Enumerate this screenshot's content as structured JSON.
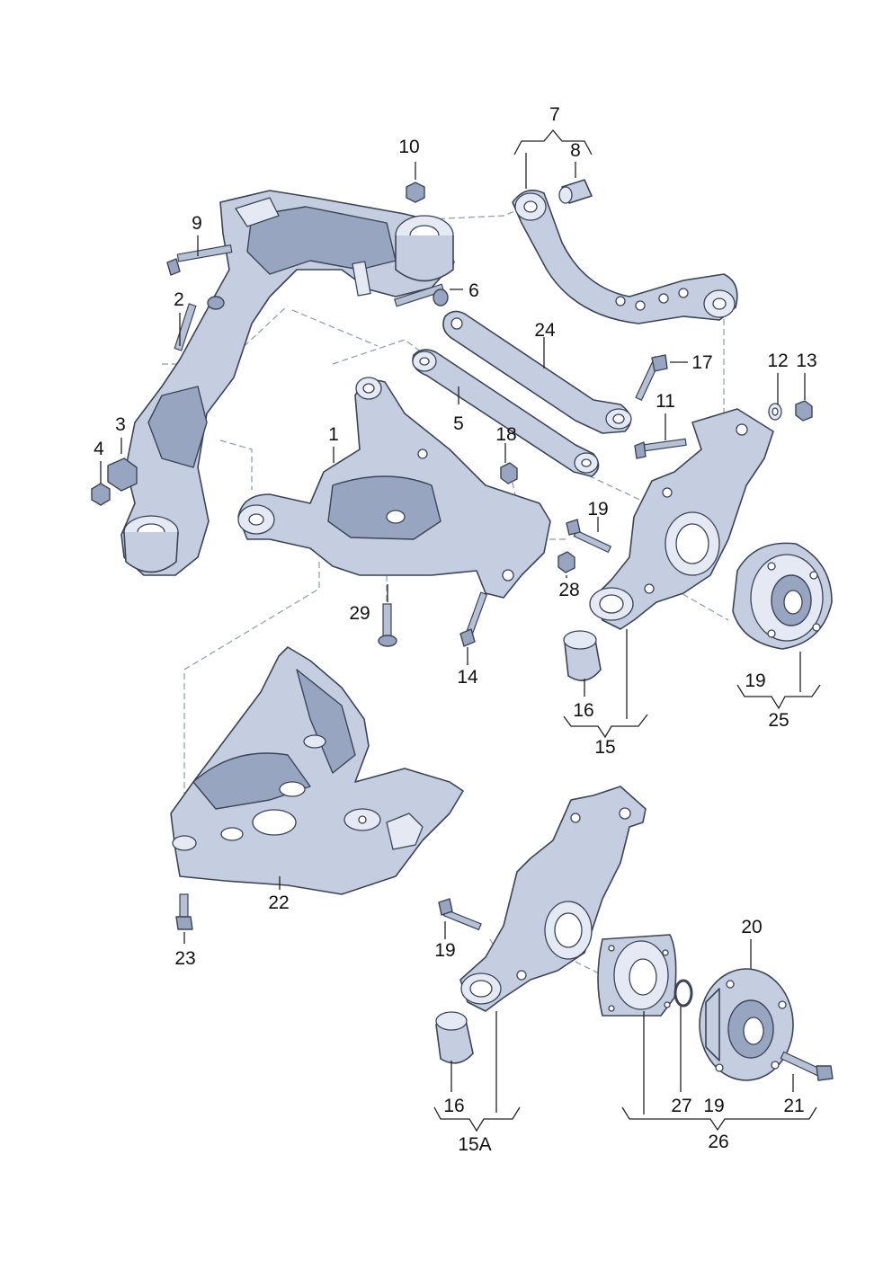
{
  "callouts": [
    {
      "id": "p1",
      "text": "1"
    },
    {
      "id": "p2",
      "text": "2"
    },
    {
      "id": "p3",
      "text": "3"
    },
    {
      "id": "p4",
      "text": "4"
    },
    {
      "id": "p5",
      "text": "5"
    },
    {
      "id": "p6",
      "text": "6"
    },
    {
      "id": "p7",
      "text": "7"
    },
    {
      "id": "p8",
      "text": "8"
    },
    {
      "id": "p9",
      "text": "9"
    },
    {
      "id": "p10",
      "text": "10"
    },
    {
      "id": "p11",
      "text": "11"
    },
    {
      "id": "p12",
      "text": "12"
    },
    {
      "id": "p13",
      "text": "13"
    },
    {
      "id": "p14",
      "text": "14"
    },
    {
      "id": "p15",
      "text": "15"
    },
    {
      "id": "p15a",
      "text": "15A"
    },
    {
      "id": "p16a",
      "text": "16"
    },
    {
      "id": "p16b",
      "text": "16"
    },
    {
      "id": "p17",
      "text": "17"
    },
    {
      "id": "p18",
      "text": "18"
    },
    {
      "id": "p19a",
      "text": "19"
    },
    {
      "id": "p19b",
      "text": "19"
    },
    {
      "id": "p19c",
      "text": "19"
    },
    {
      "id": "p19d",
      "text": "19"
    },
    {
      "id": "p20",
      "text": "20"
    },
    {
      "id": "p21",
      "text": "21"
    },
    {
      "id": "p22",
      "text": "22"
    },
    {
      "id": "p23",
      "text": "23"
    },
    {
      "id": "p24",
      "text": "24"
    },
    {
      "id": "p25",
      "text": "25"
    },
    {
      "id": "p26",
      "text": "26"
    },
    {
      "id": "p27",
      "text": "27"
    },
    {
      "id": "p28",
      "text": "28"
    },
    {
      "id": "p29",
      "text": "29"
    }
  ]
}
